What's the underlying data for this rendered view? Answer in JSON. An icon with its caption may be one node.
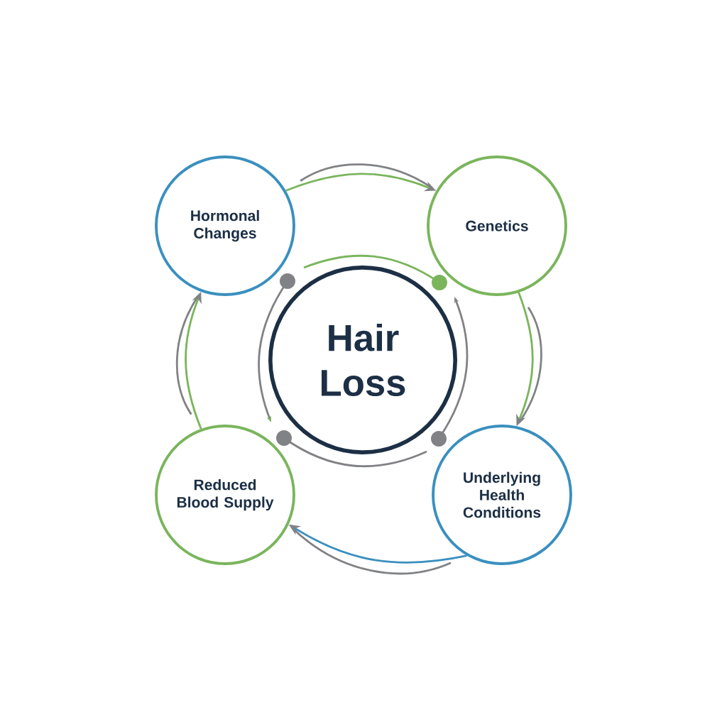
{
  "diagram": {
    "nodes": [
      {
        "text": [
          "Hormonal Changes"
        ]
      },
      {
        "text": [
          "Genetics"
        ]
      },
      {
        "text": [
          "Hair Loss"
        ]
      },
      {
        "text": [
          "Reduced Blood Supply"
        ]
      },
      {
        "text": [
          "Underlying Health Conditions"
        ]
      }
    ],
    "edges": [
      {
        "from": 0,
        "to": 1,
        "arrow": "to"
      },
      {
        "from": 1,
        "to": 4,
        "arrow": "to"
      },
      {
        "from": 4,
        "to": 3,
        "arrow": "to",
        "color": "#3a8fbf"
      },
      {
        "from": 3,
        "to": 0,
        "arrow": "to"
      }
    ]
  }
}
